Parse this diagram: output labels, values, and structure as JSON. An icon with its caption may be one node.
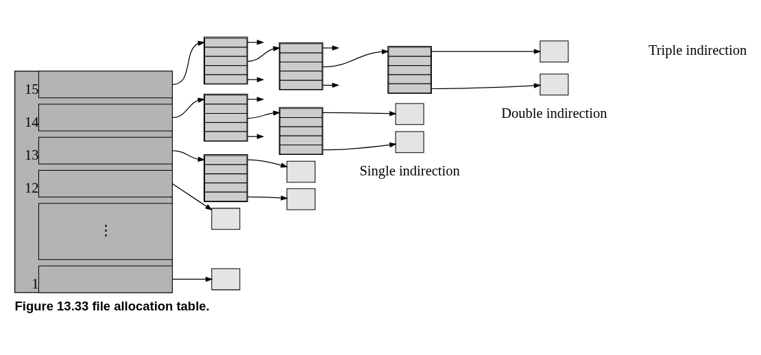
{
  "diagram": {
    "caption": "Figure 13.33 file allocation table.",
    "nodes": [
      {
        "text": [],
        "shape": "table"
      },
      {
        "text": [],
        "shape": "box",
        "in": 0,
        "beside": [
          "1"
        ]
      },
      {
        "text": [
          "⋮"
        ],
        "in": 0
      },
      {
        "text": [],
        "shape": "box",
        "in": 0,
        "beside": [
          "12"
        ]
      },
      {
        "text": [],
        "shape": "box",
        "in": 0,
        "beside": [
          "13"
        ]
      },
      {
        "text": [],
        "shape": "box",
        "in": 0,
        "beside": [
          "14"
        ]
      },
      {
        "text": [],
        "shape": "box",
        "in": 0,
        "beside": [
          "15"
        ]
      },
      {
        "text": [],
        "shape": "box"
      },
      {
        "text": [],
        "shape": "box"
      },
      {
        "text": [],
        "shape": "table"
      },
      {
        "text": [],
        "shape": "box"
      },
      {
        "text": [],
        "shape": "box"
      },
      {
        "text": [],
        "shape": "table"
      },
      {
        "text": [],
        "shape": "table"
      },
      {
        "text": [],
        "shape": "box"
      },
      {
        "text": [],
        "shape": "box"
      },
      {
        "text": [],
        "shape": "table"
      },
      {
        "text": [],
        "shape": "table"
      },
      {
        "text": [],
        "shape": "table"
      },
      {
        "text": [],
        "shape": "box"
      },
      {
        "text": [],
        "shape": "box"
      }
    ],
    "edges": [
      {
        "from": 1,
        "to": 7,
        "arrow": "to"
      },
      {
        "from": 3,
        "to": 8,
        "arrow": "to"
      },
      {
        "from": 4,
        "to": 9,
        "arrow": "to"
      },
      {
        "from": 9,
        "to": 10,
        "arrow": "to"
      },
      {
        "from": 9,
        "to": 11,
        "arrow": "to"
      },
      {
        "from": 5,
        "to": 12,
        "arrow": "to"
      },
      {
        "from": 12,
        "to": null,
        "arrow": "to"
      },
      {
        "from": 12,
        "to": 13,
        "arrow": "to"
      },
      {
        "from": 12,
        "to": null,
        "arrow": "to"
      },
      {
        "from": 13,
        "to": 14,
        "arrow": "to"
      },
      {
        "from": 13,
        "to": 15,
        "arrow": "to"
      },
      {
        "from": 6,
        "to": 16,
        "arrow": "to"
      },
      {
        "from": 16,
        "to": null,
        "arrow": "to"
      },
      {
        "from": 16,
        "to": 17,
        "arrow": "to"
      },
      {
        "from": 16,
        "to": null,
        "arrow": "to"
      },
      {
        "from": 17,
        "to": null,
        "arrow": "to"
      },
      {
        "from": 17,
        "to": 18,
        "arrow": "to"
      },
      {
        "from": 17,
        "to": null,
        "arrow": "to"
      },
      {
        "from": 18,
        "to": 19,
        "arrow": "to"
      },
      {
        "from": 18,
        "to": 20,
        "arrow": "to"
      }
    ],
    "labels": [
      "Single indirection",
      "Double indirection",
      "Triple indirection"
    ]
  }
}
